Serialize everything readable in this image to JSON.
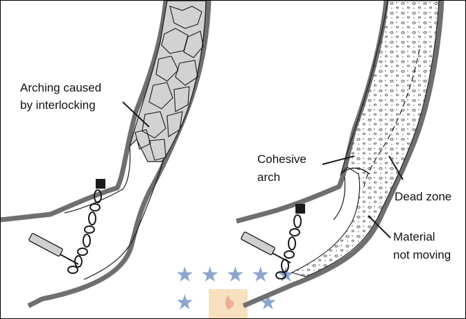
{
  "left_panel": {
    "label_line1": "Arching caused",
    "label_line2": "by interlocking"
  },
  "right_panel": {
    "cohesive_line1": "Cohesive",
    "cohesive_line2": "arch",
    "dead_zone": "Dead zone",
    "material_line1": "Material",
    "material_line2": "not moving"
  },
  "colors": {
    "wall": "#6f6f6f",
    "rock_fill": "#d2d2d2",
    "outline": "#1a1a1a",
    "watermark_blue": "#2f5fa8",
    "watermark_orange": "#e8a23a"
  }
}
